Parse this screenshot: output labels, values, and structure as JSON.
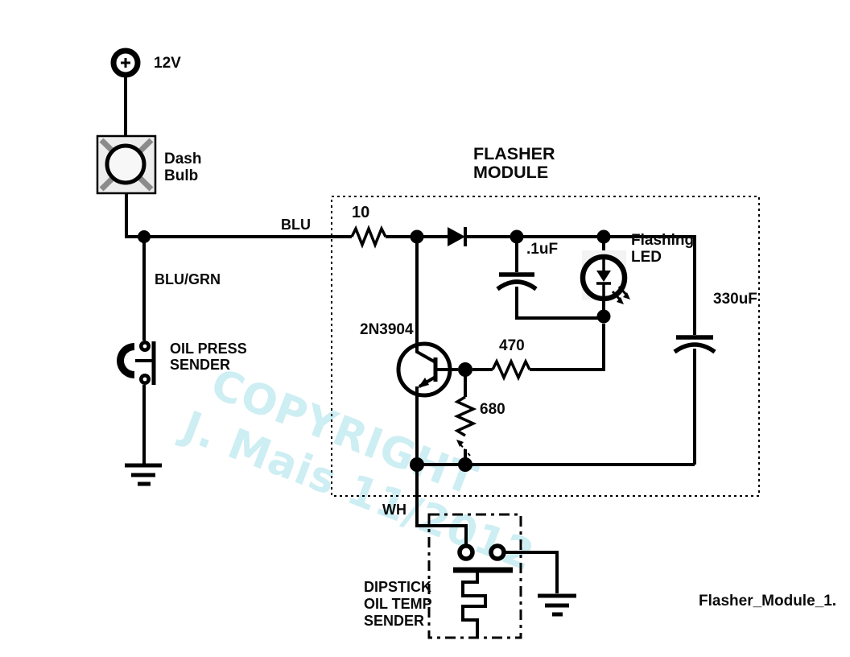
{
  "schematic": {
    "caption": "Flasher_Module_1.",
    "module": {
      "title": "FLASHER\nMODULE"
    },
    "power": {
      "voltage": "12V"
    },
    "bulb": {
      "label": "Dash\nBulb"
    },
    "wire_labels": {
      "blu": "BLU",
      "blu_grn": "BLU/GRN",
      "wh": "WH"
    },
    "oil_press_sender": {
      "label": "OIL PRESS\nSENDER"
    },
    "dipstick_sender": {
      "label": "DIPSTICK\nOIL TEMP\nSENDER"
    },
    "components": {
      "input_resistor": {
        "value": "10"
      },
      "filter_cap": {
        "value": ".1uF"
      },
      "led": {
        "label": "Flashing\nLED"
      },
      "main_cap": {
        "value": "330uF"
      },
      "transistor": {
        "part": "2N3904"
      },
      "feedback_resistor": {
        "value": "470"
      },
      "bias_resistor": {
        "value": "680"
      }
    },
    "watermark": {
      "line1": "COPYRIGHT",
      "line2": "J. Mais  11/2012",
      "color": "#cdeef2"
    },
    "colors": {
      "line": "#000000",
      "background": "#ffffff",
      "bulb_fill": "#ededed",
      "bulb_cross": "#8b8b8b",
      "led_backdrop": "#f3f3f3"
    }
  }
}
